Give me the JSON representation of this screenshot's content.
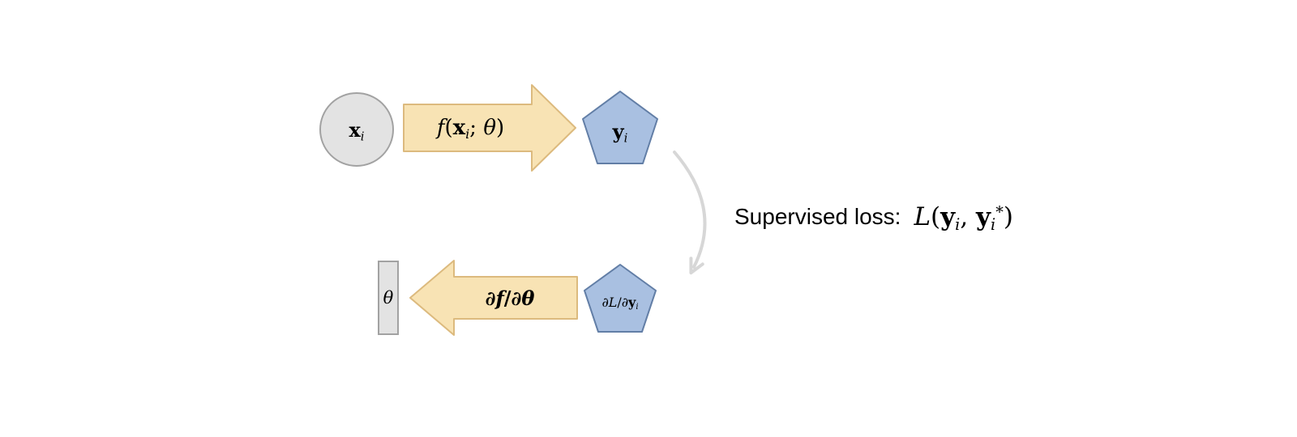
{
  "diagram": {
    "colors": {
      "background": "#ffffff",
      "node_fill": "#e3e3e3",
      "node_stroke": "#a2a2a2",
      "arrow_fill": "#f8e3b4",
      "arrow_stroke": "#dcba7e",
      "pentagon_fill": "#a9c0e1",
      "pentagon_stroke": "#627ea6",
      "flow_arrow": "#d7d7d7",
      "text": "#000000"
    },
    "nodes": {
      "input": {
        "label": [
          {
            "t": "x",
            "b": 1
          },
          {
            "t": "i",
            "sub": 1,
            "i": 1
          }
        ]
      },
      "forward_arrow": {
        "label": [
          {
            "t": "f",
            "i": 1
          },
          {
            "t": "("
          },
          {
            "t": "x",
            "b": 1
          },
          {
            "t": "i",
            "sub": 1,
            "i": 1
          },
          {
            "t": "; "
          },
          {
            "t": "θ",
            "i": 1
          },
          {
            "t": ")"
          }
        ]
      },
      "output": {
        "label": [
          {
            "t": "y",
            "b": 1
          },
          {
            "t": "i",
            "sub": 1,
            "i": 1
          }
        ]
      },
      "theta": {
        "label": [
          {
            "t": "θ",
            "i": 1
          }
        ]
      },
      "backward_arrow": {
        "label": [
          {
            "t": "∂f",
            "i": 1,
            "b": 1
          },
          {
            "t": "/",
            "b": 1
          },
          {
            "t": "∂θ",
            "i": 1,
            "b": 1
          }
        ]
      },
      "gradient": {
        "label": [
          {
            "t": "∂L",
            "i": 1
          },
          {
            "t": "/"
          },
          {
            "t": "∂",
            "i": 1
          },
          {
            "t": "y",
            "b": 1
          },
          {
            "t": "i",
            "sub": 1,
            "i": 1
          }
        ]
      }
    },
    "loss": {
      "prefix": "Supervised loss:",
      "formula": [
        {
          "t": "L",
          "i": 1
        },
        {
          "t": "("
        },
        {
          "t": "y",
          "b": 1
        },
        {
          "t": "i",
          "sub": 1,
          "i": 1
        },
        {
          "t": ", "
        },
        {
          "t": "y",
          "b": 1
        },
        {
          "t": "i",
          "sub": 1,
          "i": 1
        },
        {
          "t": "*",
          "sup": 1
        },
        {
          "t": ")"
        }
      ]
    }
  }
}
